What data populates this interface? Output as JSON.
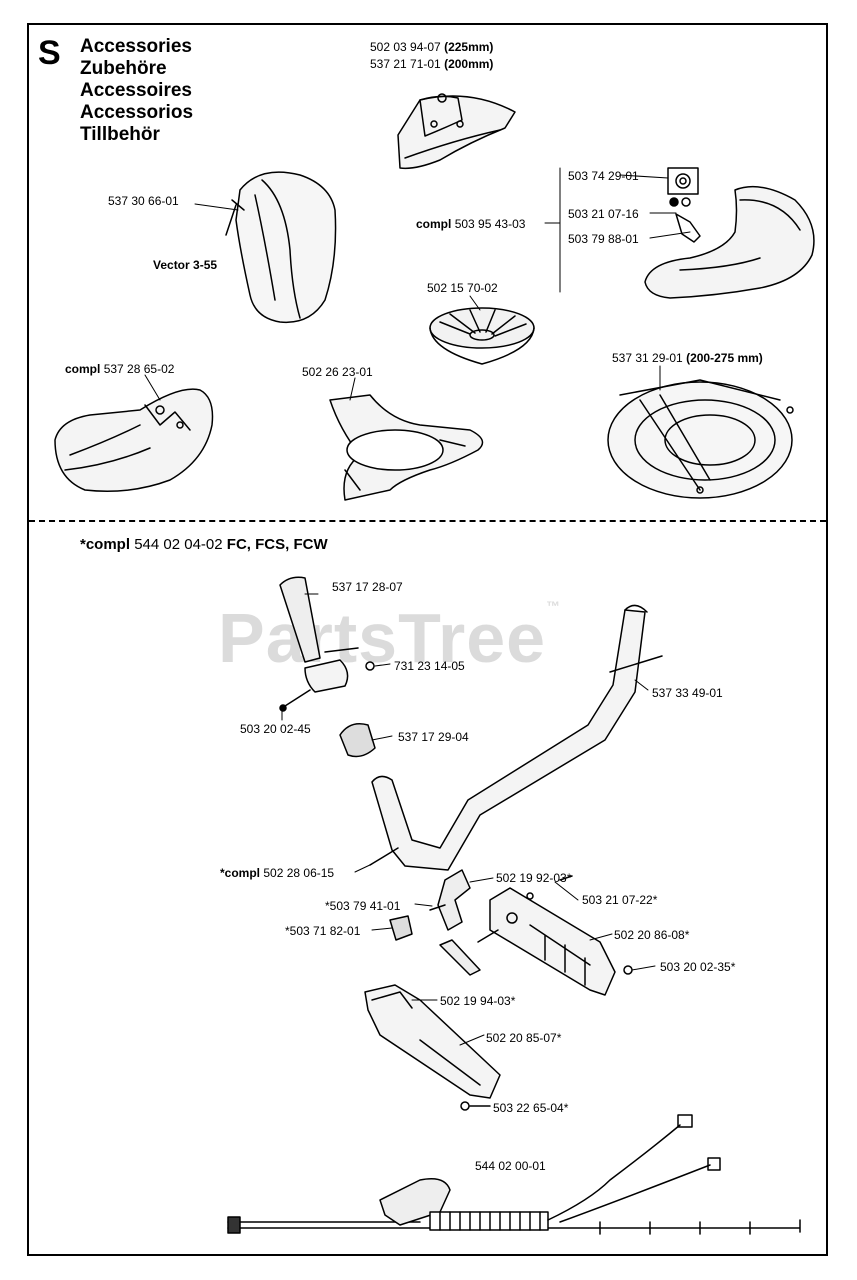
{
  "section": {
    "letter": "S",
    "titles": [
      "Accessories",
      "Zubehöre",
      "Accessoires",
      "Accessorios",
      "Tillbehör"
    ]
  },
  "watermark": {
    "text": "PartsTree",
    "tm": "™"
  },
  "parts": {
    "guard_225": {
      "number": "502 03 94-07",
      "note": "(225mm)"
    },
    "guard_200": {
      "number": "537 21 71-01",
      "note": "(200mm)"
    },
    "harness_bag": {
      "number": "537 30 66-01"
    },
    "vector": {
      "label": "Vector 3-55"
    },
    "compl_kit": {
      "prefix": "compl",
      "number": "503 95 43-03"
    },
    "kit_a": {
      "number": "503 74 29-01"
    },
    "kit_b": {
      "number": "503 21 07-16"
    },
    "kit_c": {
      "number": "503 79 88-01"
    },
    "cup": {
      "number": "502 15 70-02"
    },
    "guard_compl": {
      "prefix": "compl",
      "number": "537 28 65-02"
    },
    "blade_guard": {
      "number": "502 26 23-01"
    },
    "big_guard": {
      "number": "537 31 29-01",
      "note": "(200-275 mm)"
    },
    "handle_compl": {
      "prefix": "*compl",
      "number": "544 02 04-02",
      "models": "FC, FCS, FCW"
    },
    "grip_left": {
      "number": "537 17 28-07"
    },
    "nut": {
      "number": "731 23 14-05"
    },
    "handlebar": {
      "number": "537 33 49-01"
    },
    "bolt": {
      "number": "503 20 02-45"
    },
    "clamp": {
      "number": "537 17 29-04"
    },
    "bar_compl": {
      "prefix": "*compl",
      "number": "502 28 06-15"
    },
    "p_50219923": {
      "number": "502 19 92-03*"
    },
    "p_50321072": {
      "number": "503 21 07-22*"
    },
    "p_50379411": {
      "number": "*503 79 41-01"
    },
    "p_50371820": {
      "number": "*503 71 82-01"
    },
    "p_50220868": {
      "number": "502 20 86-08*"
    },
    "p_50320023": {
      "number": "503 20 02-35*"
    },
    "p_50219940": {
      "number": "502 19 94-03*"
    },
    "p_50220857": {
      "number": "502 20 85-07*"
    },
    "p_50322654": {
      "number": "503 22 65-04*"
    },
    "cable": {
      "number": "544 02 00-01"
    }
  }
}
